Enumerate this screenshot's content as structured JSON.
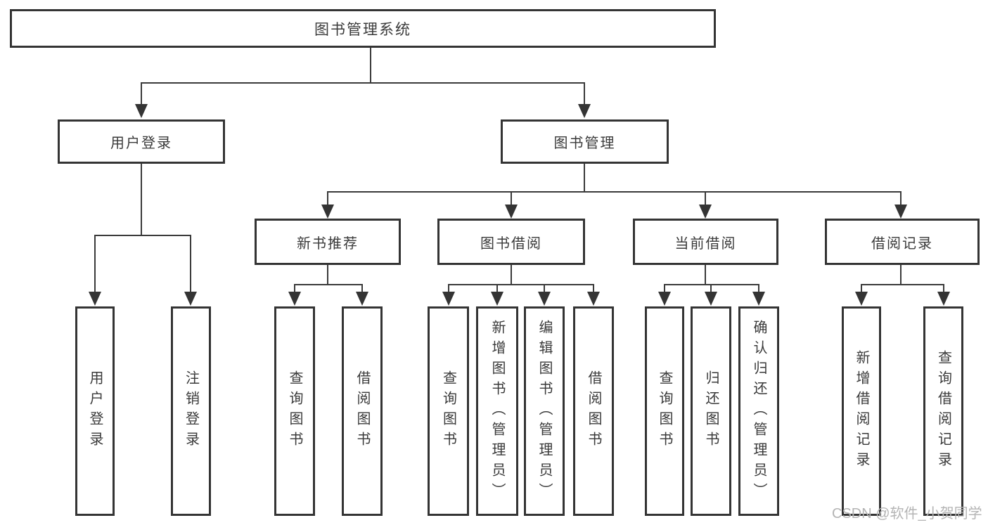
{
  "diagram": {
    "root": {
      "label": "图书管理系统"
    },
    "user_login": {
      "label": "用户登录",
      "children": [
        {
          "label": "用户登录"
        },
        {
          "label": "注销登录"
        }
      ]
    },
    "book_mgmt": {
      "label": "图书管理",
      "sections": [
        {
          "label": "新书推荐",
          "children": [
            {
              "label": "查询图书"
            },
            {
              "label": "借阅图书"
            }
          ]
        },
        {
          "label": "图书借阅",
          "children": [
            {
              "label": "查询图书"
            },
            {
              "label": "新增图书（管理员）"
            },
            {
              "label": "编辑图书（管理员）"
            },
            {
              "label": "借阅图书"
            }
          ]
        },
        {
          "label": "当前借阅",
          "children": [
            {
              "label": "查询图书"
            },
            {
              "label": "归还图书"
            },
            {
              "label": "确认归还（管理员）"
            }
          ]
        },
        {
          "label": "借阅记录",
          "children": [
            {
              "label": "新增借阅记录"
            },
            {
              "label": "查询借阅记录"
            }
          ]
        }
      ]
    }
  },
  "colors": {
    "line": "#3a3a3a",
    "border": "#343434",
    "text": "#3a3a3a",
    "watermark": "#b4b4b4"
  },
  "watermark": {
    "text": "CSDN @软件_小贺同学"
  }
}
